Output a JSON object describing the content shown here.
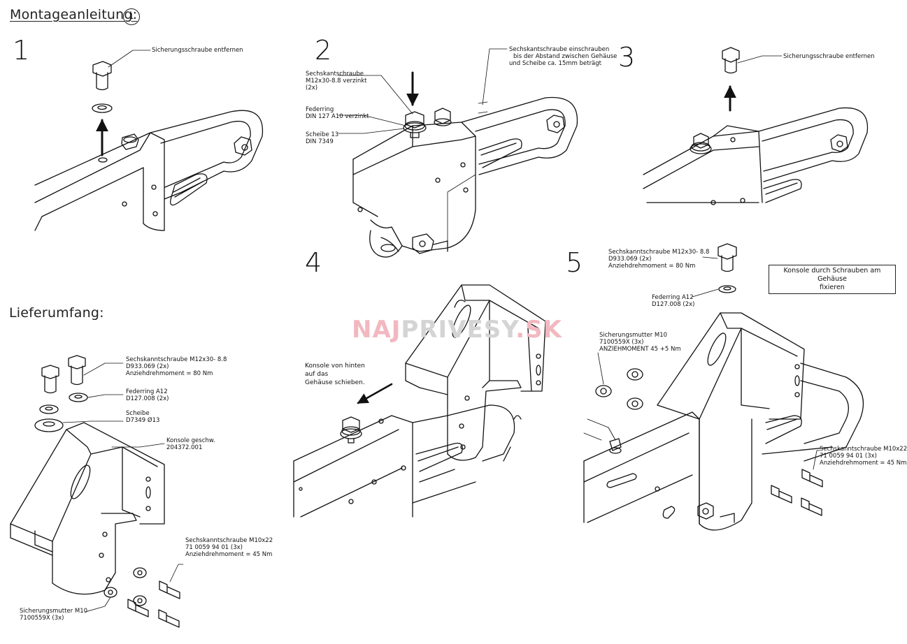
{
  "header": {
    "title": "Montageanleitung:",
    "page_number": "1"
  },
  "steps": [
    {
      "number": "1",
      "label": "Sicherungsschraube entfernen"
    },
    {
      "number": "2",
      "notes": {
        "bolt": [
          "Sechskantschraube",
          "M12x30-8.8 verzinkt",
          "(2x)"
        ],
        "ring": [
          "Federring",
          "DIN 127 A10 verzinkt"
        ],
        "washer": [
          "Scheibe 13",
          "DIN 7349"
        ],
        "gap": [
          "Sechskantschraube einschrauben",
          "bis der Abstand zwischen Gehäuse",
          "und Scheibe ca. 15mm beträgt"
        ]
      }
    },
    {
      "number": "3",
      "label": "Sicherungsschraube entfernen"
    },
    {
      "number": "4",
      "note": [
        "Konsole von hinten",
        "auf das",
        "Gehäuse schieben."
      ]
    },
    {
      "number": "5",
      "notes": {
        "bolt": [
          "Sechskanntschraube M12x30- 8.8",
          "D933.069 (2x)",
          "Anziehdrehmoment = 80 Nm"
        ],
        "ring": [
          "Federring A12",
          "D127.008 (2x)"
        ],
        "nut": [
          "Sicherungsmutter M10",
          "7100559X (3x)",
          "ANZIEHMOMENT 45 +5 Nm"
        ],
        "small_bolts": [
          "Sechskanntschraube M10x22",
          "71 0059 94 01 (3x)",
          "Anziehdrehmoment = 45 Nm"
        ],
        "box": [
          "Konsole durch Schrauben am Gehäuse",
          "fixieren"
        ]
      }
    }
  ],
  "scope": {
    "title": "Lieferumfang:",
    "items": {
      "bolt": [
        "Sechskanntschraube M12x30- 8.8",
        "D933.069 (2x)",
        "Anziehdrehmoment = 80 Nm"
      ],
      "ring": [
        "Federring A12",
        "D127.008 (2x)"
      ],
      "washer": [
        "Scheibe",
        "D7349 Ø13"
      ],
      "console": [
        "Konsole geschw.",
        "204372.001"
      ],
      "small_bolts": [
        "Sechskanntschraube M10x22",
        "71 0059 94 01 (3x)",
        "Anziehdrehmoment = 45 Nm"
      ],
      "nut": [
        "Sicherungsmutter M10",
        "7100559X (3x)"
      ]
    }
  },
  "watermark": {
    "part1": "NAJ",
    "part2": "PRIVESY",
    "part3": ".SK"
  }
}
